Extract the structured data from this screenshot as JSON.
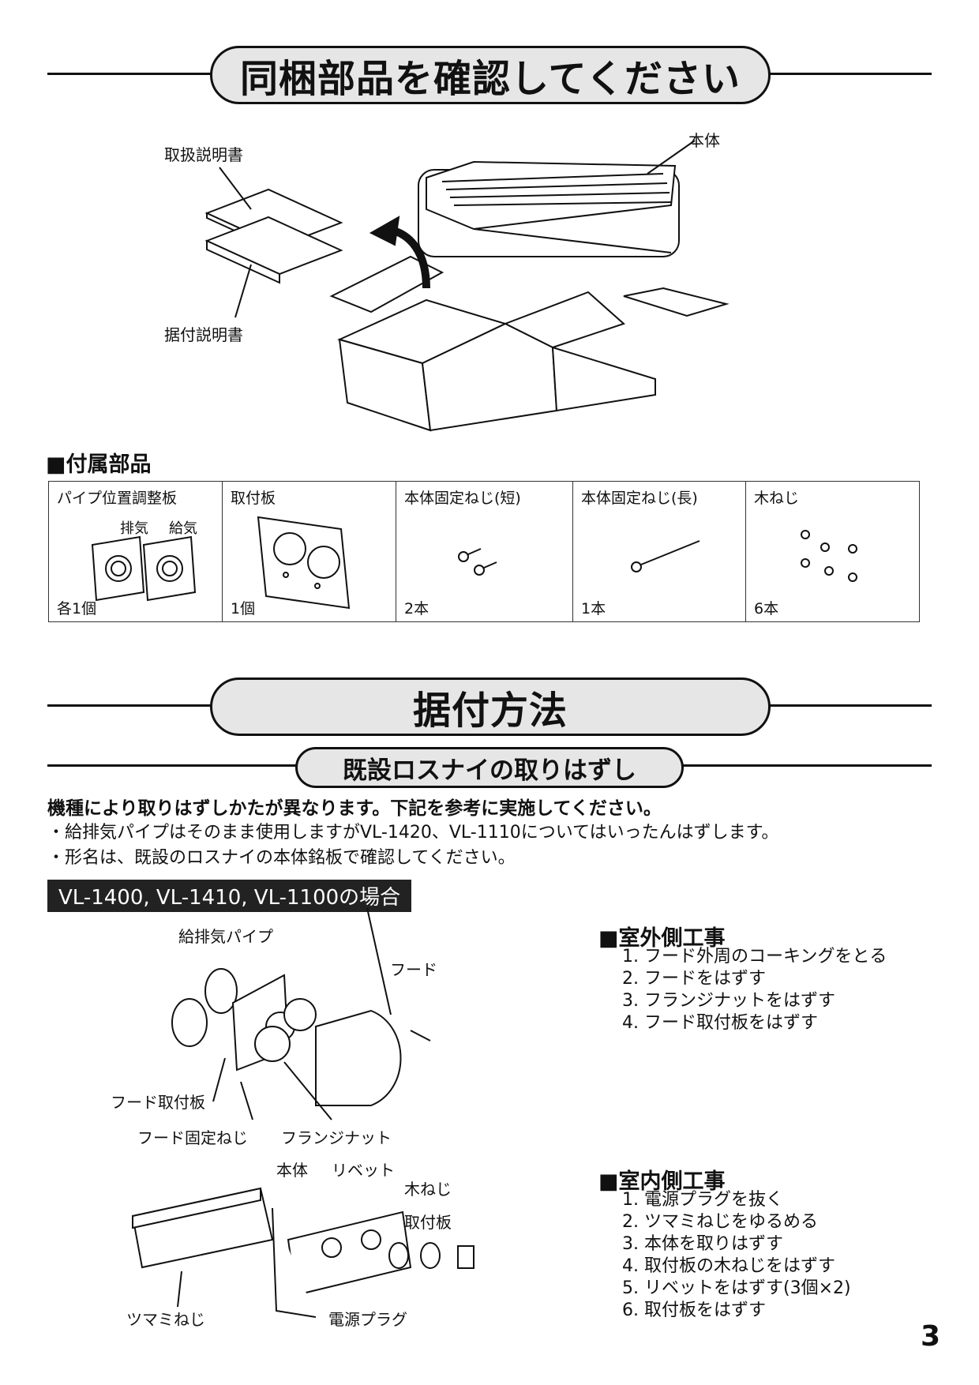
{
  "section1": {
    "title": "同梱部品を確認してください",
    "labels": {
      "manual": "取扱説明書",
      "install_manual": "据付説明書",
      "body": "本体"
    },
    "accessories": {
      "heading": "■付属部品",
      "items": [
        {
          "name": "パイプ位置調整板",
          "qty": "各1個",
          "sub": [
            "排気",
            "給気"
          ]
        },
        {
          "name": "取付板",
          "qty": "1個"
        },
        {
          "name": "本体固定ねじ(短)",
          "qty": "2本"
        },
        {
          "name": "本体固定ねじ(長)",
          "qty": "1本"
        },
        {
          "name": "木ねじ",
          "qty": "6本"
        }
      ]
    }
  },
  "section2": {
    "title": "据付方法",
    "subtitle": "既設ロスナイの取りはずし",
    "lead": "機種により取りはずしかたが異なります。下記を参考に実施してください。",
    "notes": [
      "・給排気パイプはそのまま使用しますがVL-1420、VL-1110についてはいったんはずします。",
      "・形名は、既設のロスナイの本体銘板で確認してください。"
    ],
    "model_band": "VL-1400, VL-1410, VL-1100の場合",
    "outdoor": {
      "heading": "■室外側工事",
      "steps": [
        "1. フード外周のコーキングをとる",
        "2. フードをはずす",
        "3. フランジナットをはずす",
        "4. フード取付板をはずす"
      ],
      "labels": {
        "pipe": "給排気パイプ",
        "hood": "フード",
        "hood_plate": "フード取付板",
        "hood_screw": "フード固定ねじ",
        "flange_nut": "フランジナット"
      }
    },
    "indoor": {
      "heading": "■室内側工事",
      "steps": [
        "1. 電源プラグを抜く",
        "2. ツマミねじをゆるめる",
        "3. 本体を取りはずす",
        "4. 取付板の木ねじをはずす",
        "5. リベットをはずす(3個×2)",
        "6. 取付板をはずす"
      ],
      "labels": {
        "body": "本体",
        "rivet": "リベット",
        "wood_screw": "木ねじ",
        "plate": "取付板",
        "knob_screw": "ツマミねじ",
        "plug": "電源プラグ"
      }
    }
  },
  "page_number": "3"
}
